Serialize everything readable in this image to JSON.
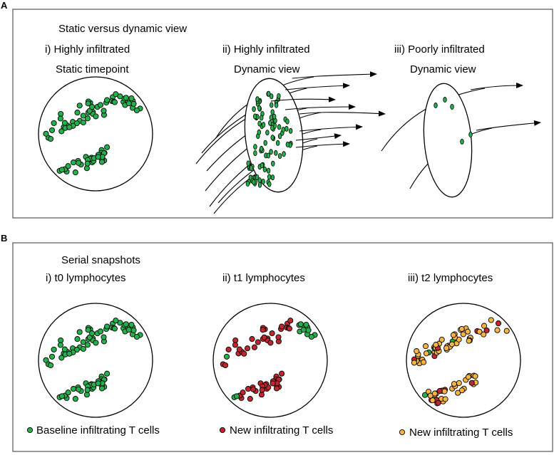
{
  "panel_a": {
    "letter": "A",
    "heading": "Static versus dynamic view",
    "col1": {
      "title": "i) Highly infiltrated",
      "subtitle": "Static timepoint"
    },
    "col2": {
      "title": "ii) Highly infiltrated",
      "subtitle": "Dynamic view"
    },
    "col3": {
      "title": "iii) Poorly infiltrated",
      "subtitle": "Dynamic view"
    }
  },
  "panel_b": {
    "letter": "B",
    "heading": "Serial snapshots",
    "col1": {
      "title": "i) t0 lymphocytes",
      "legend": "Baseline infiltrating T cells"
    },
    "col2": {
      "title": "ii) t1 lymphocytes",
      "legend": "New infiltrating T cells"
    },
    "col3": {
      "title": "iii) t2 lymphocytes",
      "legend": "New infiltrating T cells"
    }
  },
  "colors": {
    "green": "#22b14c",
    "red": "#c0262d",
    "orange": "#f5b53f",
    "stroke": "#000000"
  }
}
